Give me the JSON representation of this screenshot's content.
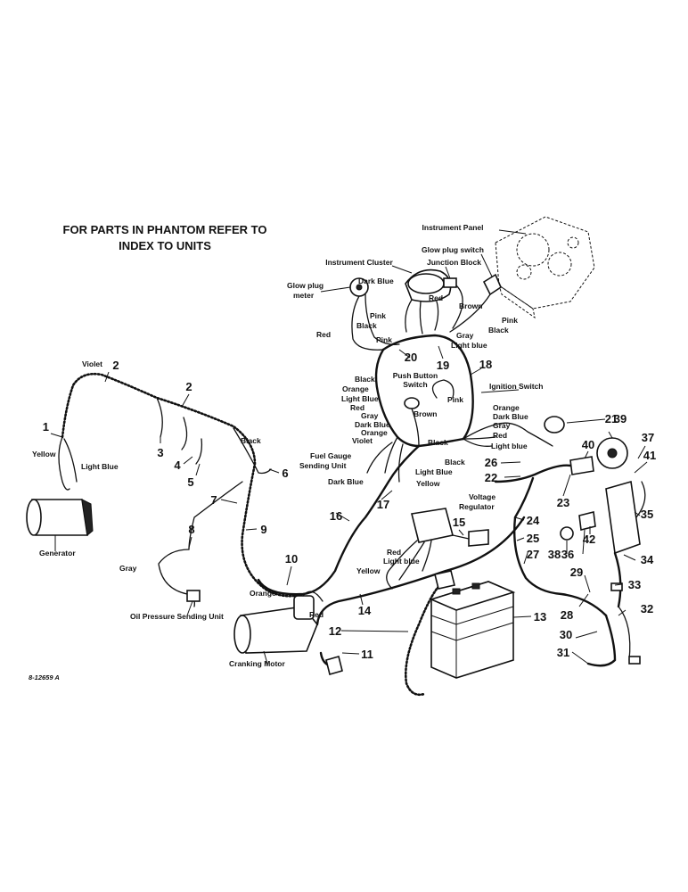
{
  "title": {
    "line1": "FOR PARTS IN PHANTOM REFER TO",
    "line2": "INDEX TO UNITS"
  },
  "drawing_code": "8-12659 A",
  "labels": {
    "instrument_panel": "Instrument Panel",
    "glow_plug_switch": "Glow plug switch",
    "instrument_cluster": "Instrument Cluster",
    "junction_block": "Junction Block",
    "glow_plug_meter": "Glow plug meter",
    "push_button_switch": "Push Button Switch",
    "ignition_switch": "Ignition Switch",
    "fuel_gauge_sending_unit": "Fuel Gauge Sending Unit",
    "voltage_regulator": "Voltage Regulator",
    "generator": "Generator",
    "oil_pressure_sending_unit": "Oil Pressure Sending Unit",
    "cranking_motor": "Cranking Motor"
  },
  "wire_colors": {
    "dark_blue_top": "Dark Blue",
    "red_top": "Red",
    "brown_top": "Brown",
    "pink_top_right": "Pink",
    "black_top_right": "Black",
    "gray_top": "Gray",
    "pink_left": "Pink",
    "black_left": "Black",
    "red_left": "Red",
    "pink_mid": "Pink",
    "light_blue_top": "Light blue",
    "violet": "Violet",
    "yellow_gen": "Yellow",
    "light_blue_gen": "Light Blue",
    "black_cl": "Black",
    "orange_cl": "Orange",
    "light_blue_cl": "Light Blue",
    "red_cl": "Red",
    "gray_cl": "Gray",
    "dark_blue_cl": "Dark Blue",
    "orange_cl2": "Orange",
    "violet_cl": "Violet",
    "pink_push": "Pink",
    "brown_push": "Brown",
    "orange_r": "Orange",
    "dark_blue_r": "Dark Blue",
    "gray_r": "Gray",
    "red_r": "Red",
    "light_blue_r": "Light blue",
    "black_r1": "Black",
    "black_r2": "Black",
    "light_blue_c": "Light Blue",
    "yellow_c": "Yellow",
    "dark_blue_fuel": "Dark Blue",
    "black_6": "Black",
    "gray_oil": "Gray",
    "orange_crank": "Orange",
    "red_crank": "Red",
    "red_reg": "Red",
    "light_blue_reg": "Light blue",
    "yellow_reg": "Yellow"
  },
  "callouts": {
    "n1": "1",
    "n2a": "2",
    "n2b": "2",
    "n3": "3",
    "n4": "4",
    "n5": "5",
    "n6": "6",
    "n7": "7",
    "n8": "8",
    "n9": "9",
    "n10": "10",
    "n11": "11",
    "n12": "12",
    "n13": "13",
    "n14": "14",
    "n15": "15",
    "n16": "16",
    "n17": "17",
    "n18": "18",
    "n19": "19",
    "n20": "20",
    "n21": "21",
    "n22": "22",
    "n23": "23",
    "n24": "24",
    "n25": "25",
    "n26": "26",
    "n27": "27",
    "n28": "28",
    "n29": "29",
    "n30": "30",
    "n31": "31",
    "n32": "32",
    "n33": "33",
    "n34": "34",
    "n35": "35",
    "n36": "36",
    "n37": "37",
    "n38": "38",
    "n39": "39",
    "n40": "40",
    "n41": "41",
    "n42": "42"
  }
}
